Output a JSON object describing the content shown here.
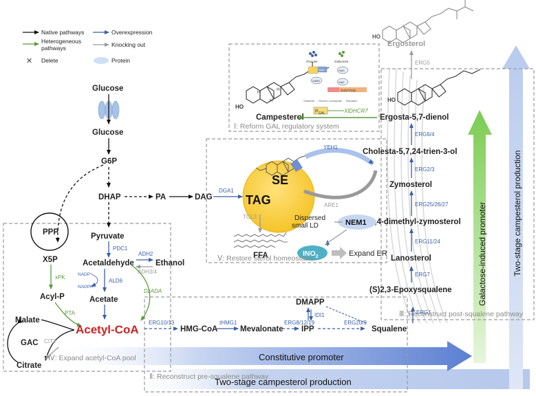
{
  "legend": {
    "native": "Native pathways",
    "overexpression": "Overexpression",
    "heterogeneous": "Heterogeneous pathways",
    "knockout": "Knocking out",
    "delete": "Delete",
    "protein": "Protein"
  },
  "metabolites": {
    "glucose_out": "Glucose",
    "glucose_in": "Glucose",
    "g6p": "G6P",
    "dhap": "DHAP",
    "pa": "PA",
    "dag": "DAG",
    "ppp": "PPP",
    "x5p": "X5P",
    "pyruvate": "Pyruvate",
    "acetaldehyde": "Acetaldehyde",
    "ethanol": "Ethanol",
    "acetate": "Acetate",
    "acyl_p": "Acyl-P",
    "acetyl_coa": "Acetyl-CoA",
    "malate": "Malate",
    "gac": "GAC",
    "citrate": "Citrate",
    "hmg_coa": "HMG-CoA",
    "mevalonate": "Mevalonate",
    "ipp": "IPP",
    "dmapp": "DMAPP",
    "squalene": "Squalene",
    "epoxysqualene": "(S)2,3-Epoxysqualene",
    "lanosterol": "Lanosterol",
    "dimethyl_zymosterol": "4,4-dimethyl-zymosterol",
    "zymosterol": "Zymosterol",
    "cholesta": "Cholesta-5,7,24-trien-3-ol",
    "ergosta": "Ergosta-5,7-dienol",
    "ergosterol": "Ergosterol",
    "campesterol": "Campesterol",
    "tag": "TAG",
    "se": "SE",
    "ffa": "FFA",
    "dispersed_ld": "Dispersed\nsmall LD",
    "ino2": "INO",
    "ino2_sub": "2",
    "nem1": "NEM1",
    "expand_er": "Expand ER",
    "nadp": "NADP⁺",
    "nadph": "NADPH"
  },
  "enzymes": {
    "pdc1": "PDC1",
    "adh2": "ADH2",
    "adh34": "ADH3/4",
    "ald6": "ALD6",
    "xpk": "xPK",
    "pta": "PTA",
    "dzada": "DzADA",
    "cit2": "CIT2",
    "dga1": "DGA1",
    "yeh1": "YEH1",
    "are1": "ARE1",
    "tgl3": "TGL3",
    "erg1013": "ERG10/13",
    "thmg1": "tHMG1",
    "erg81219": "ERG8/12/19",
    "idi1": "IDI1",
    "erg209": "ERG20/9",
    "erg1": "ERG1",
    "erg7": "ERG7",
    "erg1124": "ERG11/24",
    "erg252627": "ERG25/26/27",
    "erg23": "ERG2/3",
    "erg64": "ERG6/4",
    "erg5": "ERG5",
    "xldhcr7": "XlDHCR7",
    "gal_p": "P",
    "gal_sub": "GAL"
  },
  "modules": {
    "m1": "Ⅰ: Reform GAL regulatory system",
    "m2": "Ⅱ: Reconstruct pre-squalene pathway",
    "m3": "Ⅲ: Reconstruct post-squalene pathway",
    "m4": "Ⅳ: Expand acetyl-CoA pool",
    "m5": "Ⅴ: Restore sterol homeostasis"
  },
  "promoters": {
    "constitutive": "Constitutive promoter",
    "galactose": "Galactose-induced promoter",
    "two_stage_h": "Two-stage campesterol production",
    "two_stage_v": "Two-stage campesterol production"
  },
  "inset": {
    "glucose": "Glucose",
    "galactose": "Galactose",
    "gal4": "Gal4",
    "gal80": "Gal80",
    "gal3": "Gal3",
    "gal1": "Gal1/7/10p",
    "gal2": "Gal2",
    "balance": "Galactose → Glucose-1-phosphate → Glycolysis"
  },
  "colors": {
    "native": "#111111",
    "overexpression": "#3a5fa8",
    "heterogeneous": "#5a9a3a",
    "knockout": "#9a9a9a",
    "acetyl_coa": "#cc2222",
    "protein": "#cfe0f4",
    "green_arrow": "#8ed36a",
    "blue_arrow": "#6f8ed6"
  }
}
